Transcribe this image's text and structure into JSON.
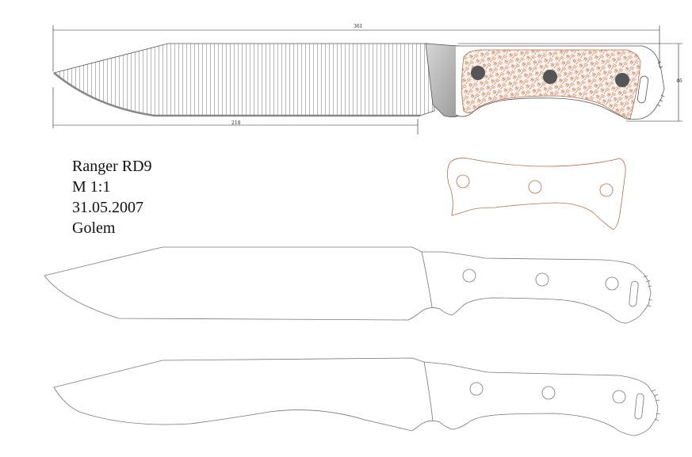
{
  "title_block": {
    "model": "Ranger RD9",
    "scale": "M 1:1",
    "date": "31.05.2007",
    "author": "Golem"
  },
  "dimensions": {
    "overall_length": "361",
    "blade_length": "218",
    "height": "46"
  },
  "colors": {
    "outline": "#555555",
    "scale_outline": "#b0704f",
    "blade_hatch": "#9a9a9a",
    "scale_weave": "#c8896a",
    "bolster": "#b9b9b9",
    "pin": "#555555"
  }
}
